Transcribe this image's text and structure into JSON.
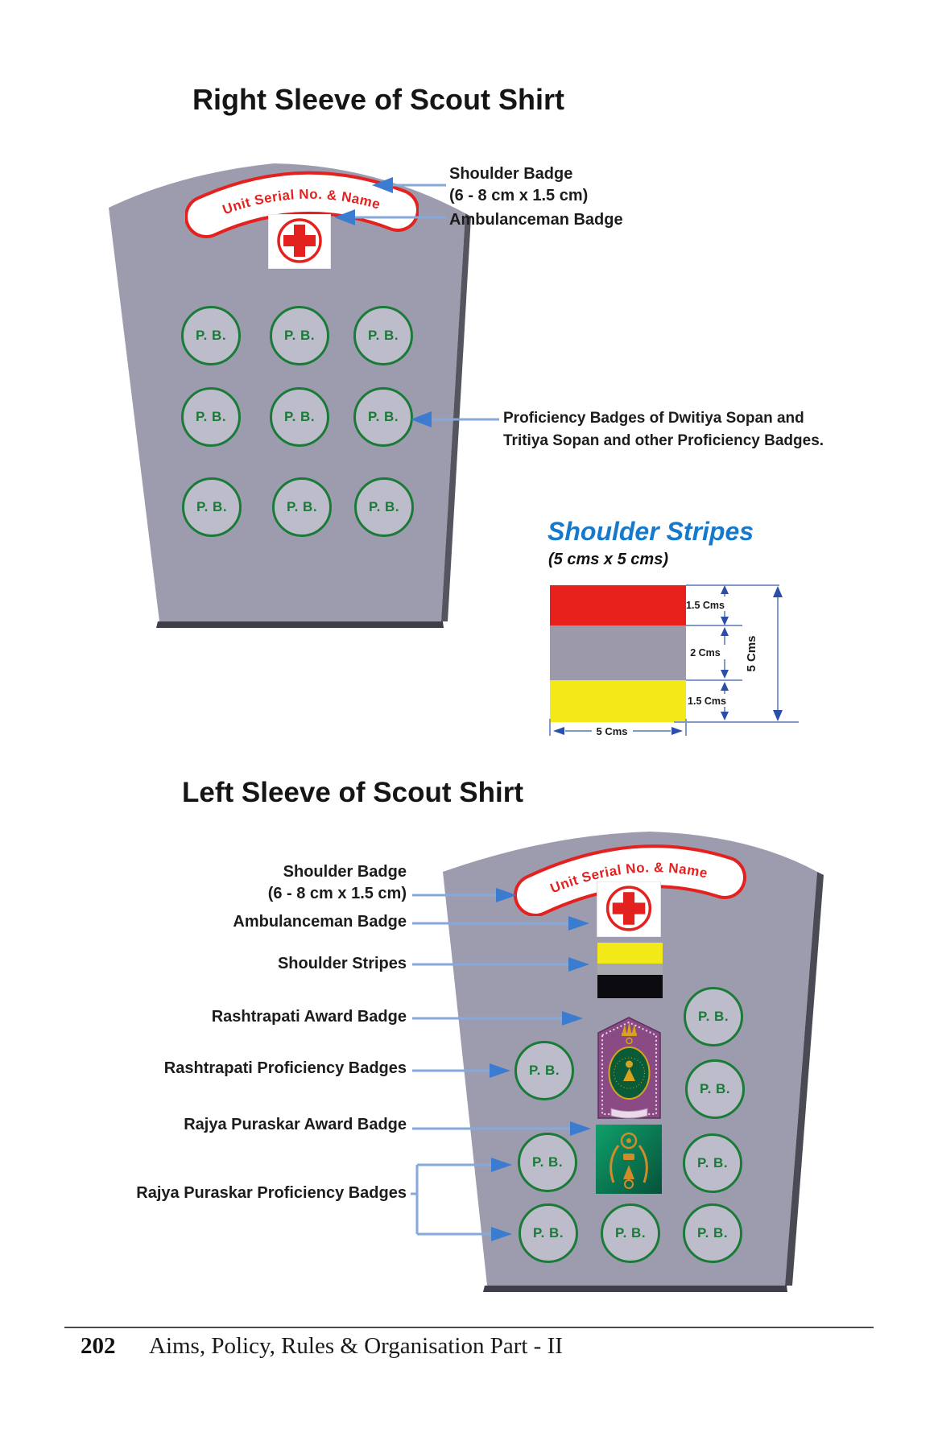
{
  "right_sleeve": {
    "title": "Right Sleeve of Scout Shirt",
    "banner_text": "Unit Serial No. & Name",
    "pb_label": "P. B.",
    "labels": {
      "shoulder_badge": "Shoulder Badge",
      "shoulder_badge_size": "(6 - 8 cm x 1.5 cm)",
      "ambulanceman": "Ambulanceman Badge",
      "proficiency_line1": "Proficiency Badges of Dwitiya Sopan and",
      "proficiency_line2": "Tritiya Sopan and other Proficiency Badges."
    }
  },
  "shoulder_stripes": {
    "title": "Shoulder Stripes",
    "subtitle": "(5 cms x 5 cms)",
    "dims": {
      "top": "1.5 Cms",
      "middle": "2 Cms",
      "bottom": "1.5 Cms",
      "height": "5 Cms",
      "width": "5 Cms"
    }
  },
  "left_sleeve": {
    "title": "Left Sleeve of Scout Shirt",
    "banner_text": "Unit Serial No. & Name",
    "pb_label": "P. B.",
    "labels": {
      "shoulder_badge": "Shoulder Badge",
      "shoulder_badge_size": "(6 - 8 cm x 1.5 cm)",
      "ambulanceman": "Ambulanceman Badge",
      "shoulder_stripes": "Shoulder Stripes",
      "rashtrapati_award": "Rashtrapati Award Badge",
      "rashtrapati_proficiency": "Rashtrapati Proficiency Badges",
      "rajya_award": "Rajya Puraskar Award Badge",
      "rajya_proficiency": "Rajya Puraskar Proficiency Badges"
    }
  },
  "footer": {
    "page_number": "202",
    "book_title": "Aims, Policy, Rules & Organisation  Part - II"
  },
  "colors": {
    "sleeve_gray": "#9d9cae",
    "pb_fill": "#bdbcca",
    "pb_green": "#1a7a38",
    "badge_red": "#e32220",
    "arrow_blue": "#3b7cd0",
    "dimension_blue": "#2b4fa8",
    "stripes_title_blue": "#1779cc",
    "stripe_red": "#e8211d",
    "stripe_gray": "#9b99aa",
    "stripe_yellow": "#f4e918",
    "stripe_black": "#0c0c10",
    "rashtrapati_purple": "#8a4a84",
    "rajya_green": "#0b7a52"
  }
}
